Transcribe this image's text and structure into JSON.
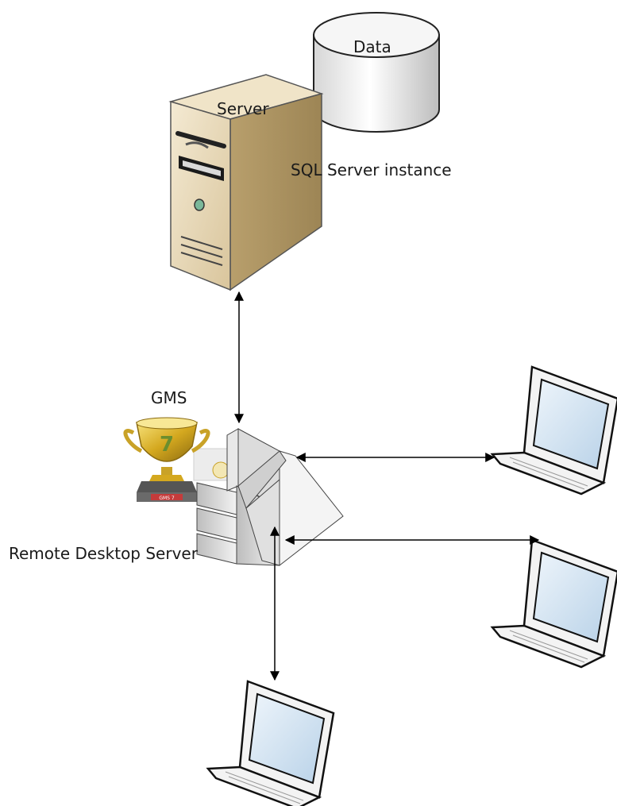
{
  "labels": {
    "server": "Server",
    "data": "Data",
    "sql_instance": "SQL Server instance",
    "gms": "GMS",
    "remote_desktop_server": "Remote Desktop Server"
  },
  "icons": {
    "server": "tower-server-icon",
    "database": "database-cylinder-icon",
    "gms_logo": "trophy-logo-icon",
    "remote_desktop_server": "rack-server-icon",
    "client_laptop": "laptop-icon"
  },
  "gms_logo_text": "GMS 7",
  "gms_logo_number": "7",
  "colors": {
    "server_front": "#e7d8b7",
    "server_side": "#bfa97a",
    "server_top": "#f3ead6",
    "laptop_screen": "#cfe0ef",
    "trophy_gold": "#c9a227",
    "connector": "#000000"
  }
}
